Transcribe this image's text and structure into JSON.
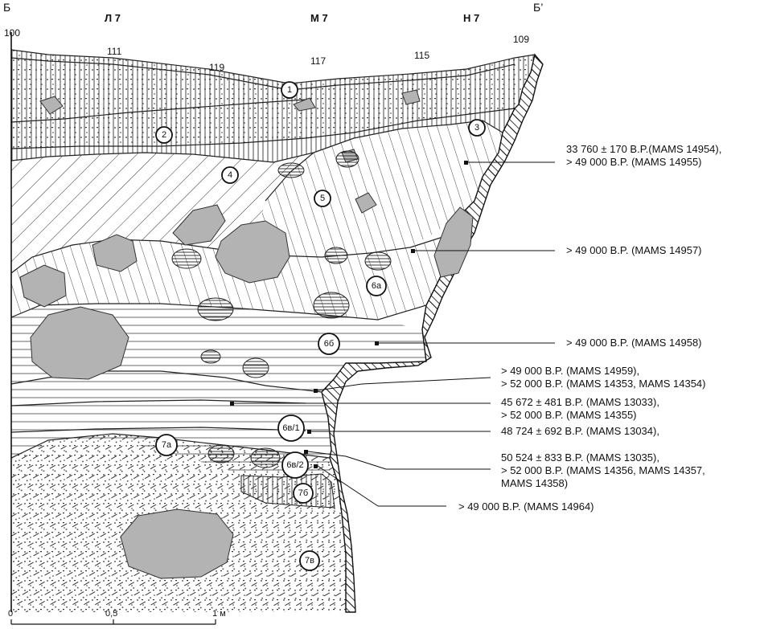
{
  "corners": {
    "left": "Б",
    "right": "Б’"
  },
  "columns": [
    "Л 7",
    "М 7",
    "Н 7"
  ],
  "elevations": [
    "100",
    "111",
    "119",
    "117",
    "115",
    "109"
  ],
  "layers": [
    "1",
    "2",
    "3",
    "4",
    "5",
    "6а",
    "6б",
    "6в/1",
    "6в/2",
    "7а",
    "7б",
    "7в"
  ],
  "dates": [
    {
      "lines": [
        "33 760 ± 170 B.P.(MAMS 14954),",
        "> 49 000 B.P. (MAMS 14955)"
      ]
    },
    {
      "lines": [
        "> 49 000 B.P. (MAMS 14957)"
      ]
    },
    {
      "lines": [
        "> 49 000 B.P. (MAMS 14958)"
      ]
    },
    {
      "lines": [
        "> 49 000 B.P. (MAMS 14959),",
        "> 52 000 B.P. (MAMS 14353, MAMS 14354)"
      ]
    },
    {
      "lines": [
        "45 672 ± 481 B.P. (MAMS 13033),",
        "> 52 000 B.P. (MAMS 14355)"
      ]
    },
    {
      "lines": [
        "48 724 ± 692 B.P. (MAMS 13034),"
      ]
    },
    {
      "lines": [
        "50 524 ± 833 B.P. (MAMS 13035),",
        "> 52 000 B.P. (MAMS 14356, MAMS 14357,",
        "MAMS 14358)"
      ]
    },
    {
      "lines": [
        "> 49 000 B.P. (MAMS 14964)"
      ]
    }
  ],
  "scale": {
    "start": "0",
    "mid": "0,5",
    "end": "1 м"
  },
  "colors": {
    "rock": "#b3b3b3",
    "ink": "#111111",
    "background": "#ffffff"
  }
}
